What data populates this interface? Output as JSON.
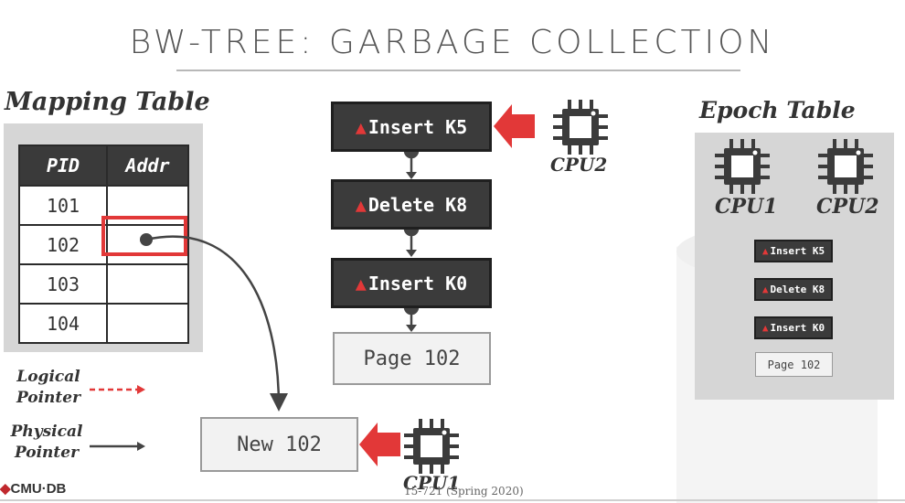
{
  "title": "BW-TREE: GARBAGE COLLECTION",
  "mapping_table": {
    "label": "Mapping Table",
    "headers": [
      "PID",
      "Addr"
    ],
    "rows": [
      "101",
      "102",
      "103",
      "104"
    ]
  },
  "delta_chain": {
    "records": [
      "Insert K5",
      "Delete K8",
      "Insert K0"
    ],
    "base_page": "Page 102"
  },
  "new_page": "New 102",
  "cpu_labels": {
    "cpu2": "CPU2",
    "cpu1": "CPU1"
  },
  "legend": {
    "logical": "Logical Pointer",
    "physical": "Physical Pointer"
  },
  "epoch_table": {
    "label": "Epoch Table",
    "cpus": [
      "CPU1",
      "CPU2"
    ],
    "records": [
      "Insert K5",
      "Delete K8",
      "Insert K0"
    ],
    "page": "Page 102"
  },
  "footer": {
    "logo": "CMU·DB",
    "text": "15-721 (Spring 2020)"
  },
  "colors": {
    "accent_red": "#e23838",
    "dark": "#3b3b3b",
    "panel": "#d6d6d6"
  }
}
